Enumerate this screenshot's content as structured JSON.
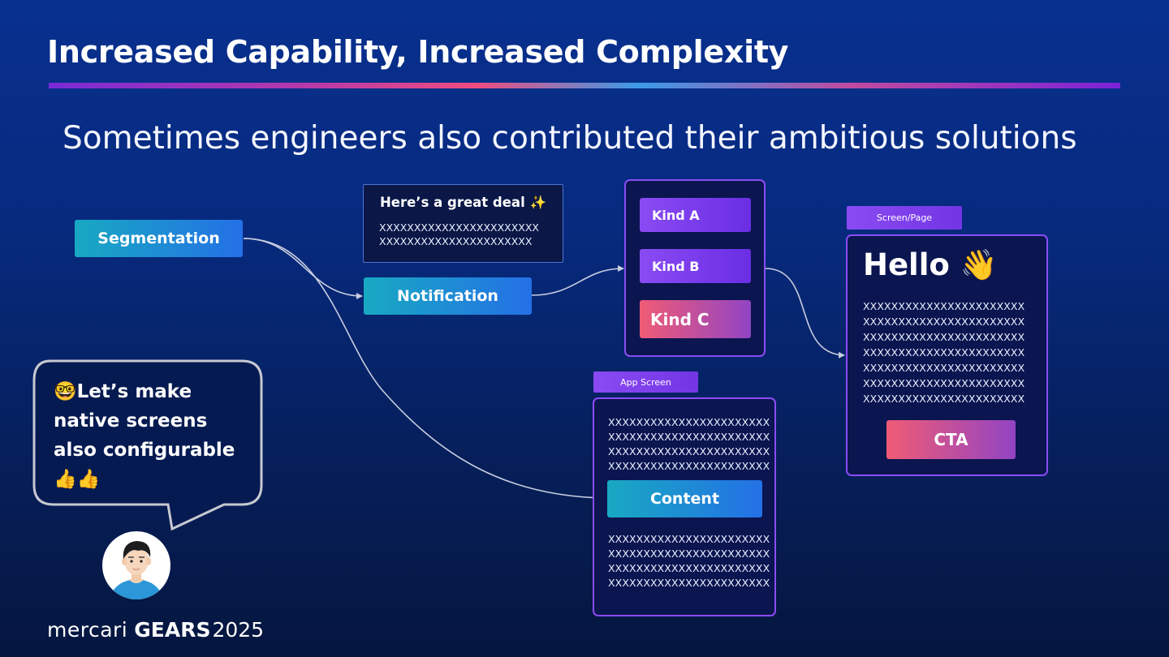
{
  "title": "Increased Capability, Increased Complexity",
  "subtitle": "Sometimes engineers also contributed their ambitious solutions",
  "flow": {
    "segmentation": "Segmentation",
    "notification": "Notification",
    "deal_title": "Here’s a great deal ✨",
    "deal_lines": [
      "XXXXXXXXXXXXXXXXXXXXXXX",
      "XXXXXXXXXXXXXXXXXXXXXX"
    ],
    "kinds": [
      "Kind A",
      "Kind B",
      "Kind C"
    ],
    "screen_page_tag": "Screen/Page",
    "hello": "Hello 👋",
    "screen_lines": [
      "XXXXXXXXXXXXXXXXXXXXXXX",
      "XXXXXXXXXXXXXXXXXXXXXXX",
      "XXXXXXXXXXXXXXXXXXXXXXX",
      "XXXXXXXXXXXXXXXXXXXXXXX",
      "XXXXXXXXXXXXXXXXXXXXXXX",
      "XXXXXXXXXXXXXXXXXXXXXXX",
      "XXXXXXXXXXXXXXXXXXXXXXX"
    ],
    "cta": "CTA",
    "app_screen_tag": "App Screen",
    "app_top_lines": [
      "XXXXXXXXXXXXXXXXXXXXXXX",
      "XXXXXXXXXXXXXXXXXXXXXXX",
      "XXXXXXXXXXXXXXXXXXXXXXX",
      "XXXXXXXXXXXXXXXXXXXXXXX"
    ],
    "content": "Content",
    "app_bottom_lines": [
      "XXXXXXXXXXXXXXXXXXXXXXX",
      "XXXXXXXXXXXXXXXXXXXXXXX",
      "XXXXXXXXXXXXXXXXXXXXXXX",
      "XXXXXXXXXXXXXXXXXXXXXXX"
    ]
  },
  "bubble": {
    "lines": [
      "🤓Let’s make",
      "native screens",
      "also configurable",
      "👍👍"
    ]
  },
  "footer": {
    "brand": "mercari",
    "event": "GEARS",
    "year": "2025"
  },
  "colors": {
    "background": "#072a7e",
    "accent_purple": "#8b4cf5",
    "teal_start": "#18a9c2",
    "blue_end": "#2470e6",
    "pink": "#f05b75"
  }
}
